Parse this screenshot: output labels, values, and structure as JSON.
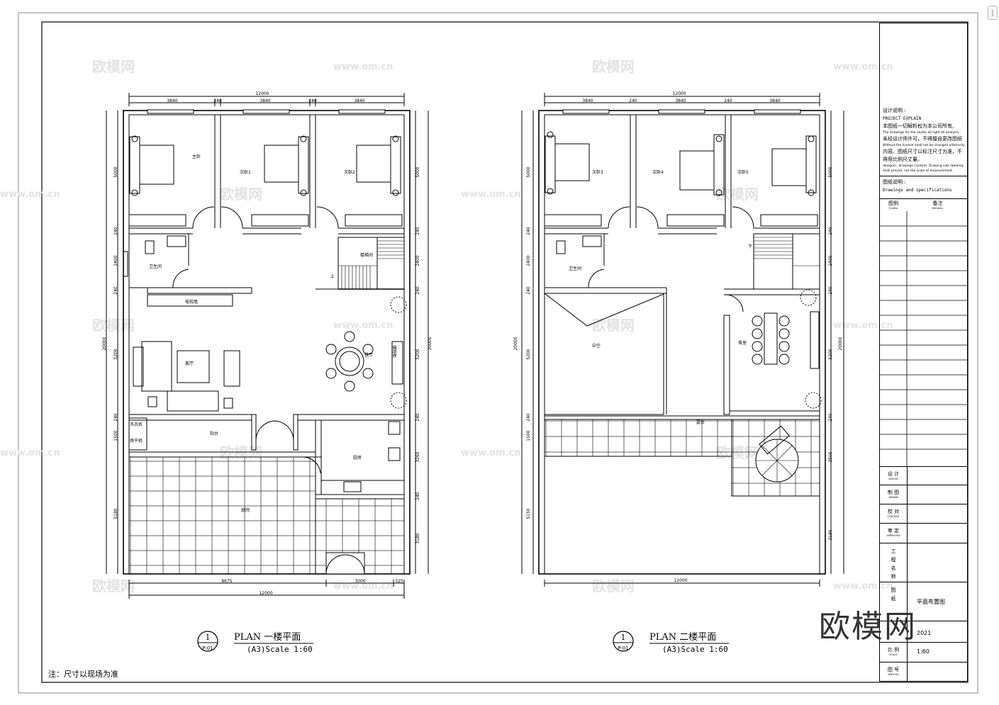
{
  "watermark": {
    "brand": "欧模网",
    "url": "www.om.cn",
    "big_text": "欧模网"
  },
  "plans": [
    {
      "circle_num": "1",
      "circle_code": "P-01",
      "title": "PLAN  一楼平面",
      "scale": "(A3)Scale 1:60"
    },
    {
      "circle_num": "1",
      "circle_code": "P-01",
      "title": "PLAN  二楼平面",
      "scale": "(A3)Scale 1:60"
    }
  ],
  "note": "注：尺寸以现场为准",
  "floor1": {
    "dims_top": [
      "3840",
      "240",
      "3840",
      "240",
      "3840"
    ],
    "total": "12000",
    "bottom": [
      "8675",
      "3000",
      "325"
    ],
    "left": [
      "5000",
      "240",
      "2400",
      "240",
      "5200",
      "240",
      "1500",
      "5180"
    ],
    "overall_left": "20000",
    "right": [
      "5000",
      "240",
      "2400",
      "240",
      "5200",
      "240",
      "3260",
      "240",
      "3180"
    ],
    "overall_right": "20000",
    "rooms": {
      "master": "主卧",
      "bed1": "次卧1",
      "bed2": "次卧2",
      "bath": "卫生间",
      "stair": "楼梯间",
      "up": "上",
      "living": "客厅",
      "dining": "餐厅",
      "balcony": "阳台",
      "kitchen": "厨房",
      "yard": "庭院",
      "tv": "电视墙",
      "cabinet": "储物柜",
      "laundry": "洗衣机",
      "dryer": "烘干机"
    }
  },
  "floor2": {
    "dims_top": [
      "3840",
      "240",
      "3840",
      "240",
      "3840"
    ],
    "total": "12000",
    "bottom": [
      "12000"
    ],
    "left": [
      "5000",
      "240",
      "2400",
      "240",
      "5200",
      "240",
      "1500",
      "5150"
    ],
    "overall_left": "20000",
    "right": [
      "5000",
      "240",
      "2400",
      "240",
      "5200",
      "240",
      "3500",
      "3180"
    ],
    "overall_right": "20000",
    "rooms": {
      "bed3": "次卧3",
      "bed4": "次卧4",
      "bed5": "次卧5",
      "bath": "卫生间",
      "down": "下",
      "void": "中空",
      "tea": "茶室",
      "terrace": "露台"
    }
  },
  "title_block": {
    "design_notes_label": "设计说明 :",
    "project_explain": "PROJECT  EXPLAIN",
    "note1": "本图纸一切解析权为本公司所有,",
    "note1_en": "The drawings for the studio all right all analysis,",
    "note2": "未经设计师许可，不得擅自更改图纸",
    "note2_en": "Without the license shall not be changed arbitrarily",
    "note3": "内容。图纸尺寸以标注尺寸为准，不得用比例尺丈量。",
    "note3_en": "designer, drawings Content. Drawing size labeling shall prevail, not the scale of measurement.",
    "drawing_notes_label": "图纸说明 :",
    "drawing_notes_en": "Drawings and specifications",
    "col_legend": "图例",
    "col_legend_en": "Outline",
    "col_remarks": "备注",
    "col_remarks_en": "Remarks",
    "design": "设 计",
    "design_en": "DESIGN",
    "drawn": "制 图",
    "drawn_en": "DRAWN",
    "checked": "校 对",
    "checked_en": "CHECKED",
    "approved": "审 定",
    "approved_en": "APPROVED",
    "project_name": "工 程 名 称",
    "drawing_name": "图 纸",
    "drawing_name_value": "平面布置图",
    "date_value": "2021",
    "scale_label": "比 例",
    "scale_label_en": "SCALE",
    "scale_value": "1:60",
    "drawing_no": "图 号",
    "drawing_no_en": "DWG.NO"
  }
}
